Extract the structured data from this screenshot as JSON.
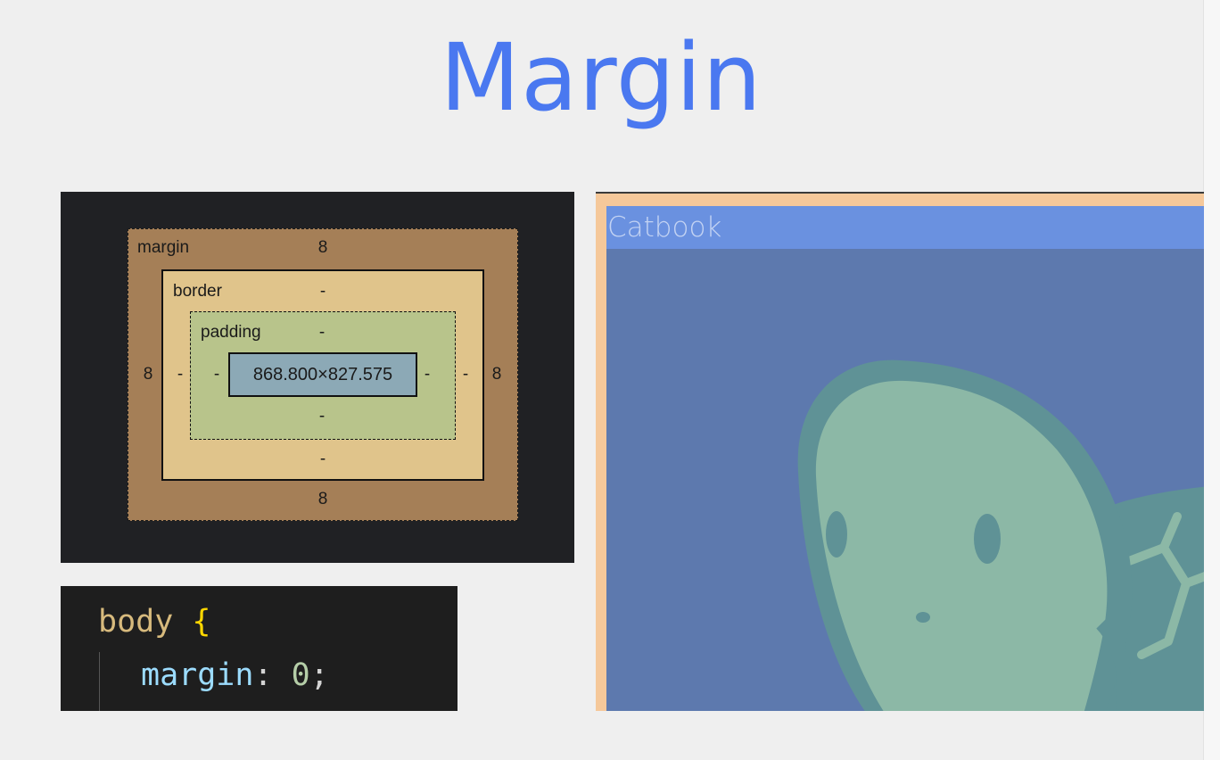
{
  "slide": {
    "title": "Margin"
  },
  "box_model": {
    "margin": {
      "label": "margin",
      "top": "8",
      "right": "8",
      "bottom": "8",
      "left": "8"
    },
    "border": {
      "label": "border",
      "top": "-",
      "right": "-",
      "bottom": "-",
      "left": "-"
    },
    "padding": {
      "label": "padding",
      "top": "-",
      "right": "-",
      "bottom": "-",
      "left": "-"
    },
    "content": {
      "size": "868.800×827.575"
    },
    "colors": {
      "panel_bg": "#202124",
      "margin": "#a57f57",
      "border": "#e0c48b",
      "padding": "#b8c48b",
      "content": "#8ca9b6"
    }
  },
  "code": {
    "selector": "body",
    "open_brace": "{",
    "property": "margin",
    "colon": ":",
    "value": "0",
    "semicolon": ";"
  },
  "preview": {
    "navbar_title": "Catbook",
    "colors": {
      "frame": "#f5c89a",
      "body": "#5d79ae",
      "navbar": "#6a91e0",
      "cat": "#8cb8a6",
      "cat_outline": "#5f9296"
    },
    "illustration": "cat-character-image"
  }
}
